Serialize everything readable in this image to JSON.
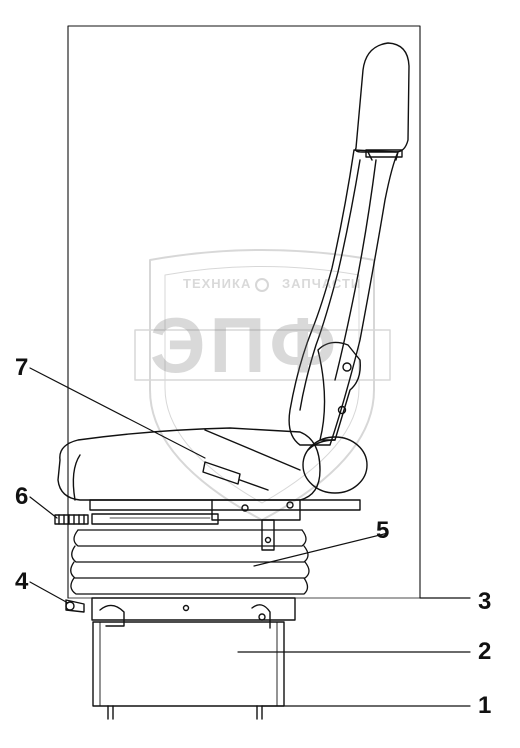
{
  "callouts": [
    "1",
    "2",
    "3",
    "4",
    "5",
    "6",
    "7"
  ],
  "watermark": {
    "line1_left": "ТЕХНИКА",
    "line1_right": "ЗАПЧАСТИ",
    "logo": "ЭПФ",
    "gear_icon": "gear-icon"
  },
  "colors": {
    "line": "#111111",
    "watermark": "#9a9a9a",
    "background": "#ffffff"
  }
}
